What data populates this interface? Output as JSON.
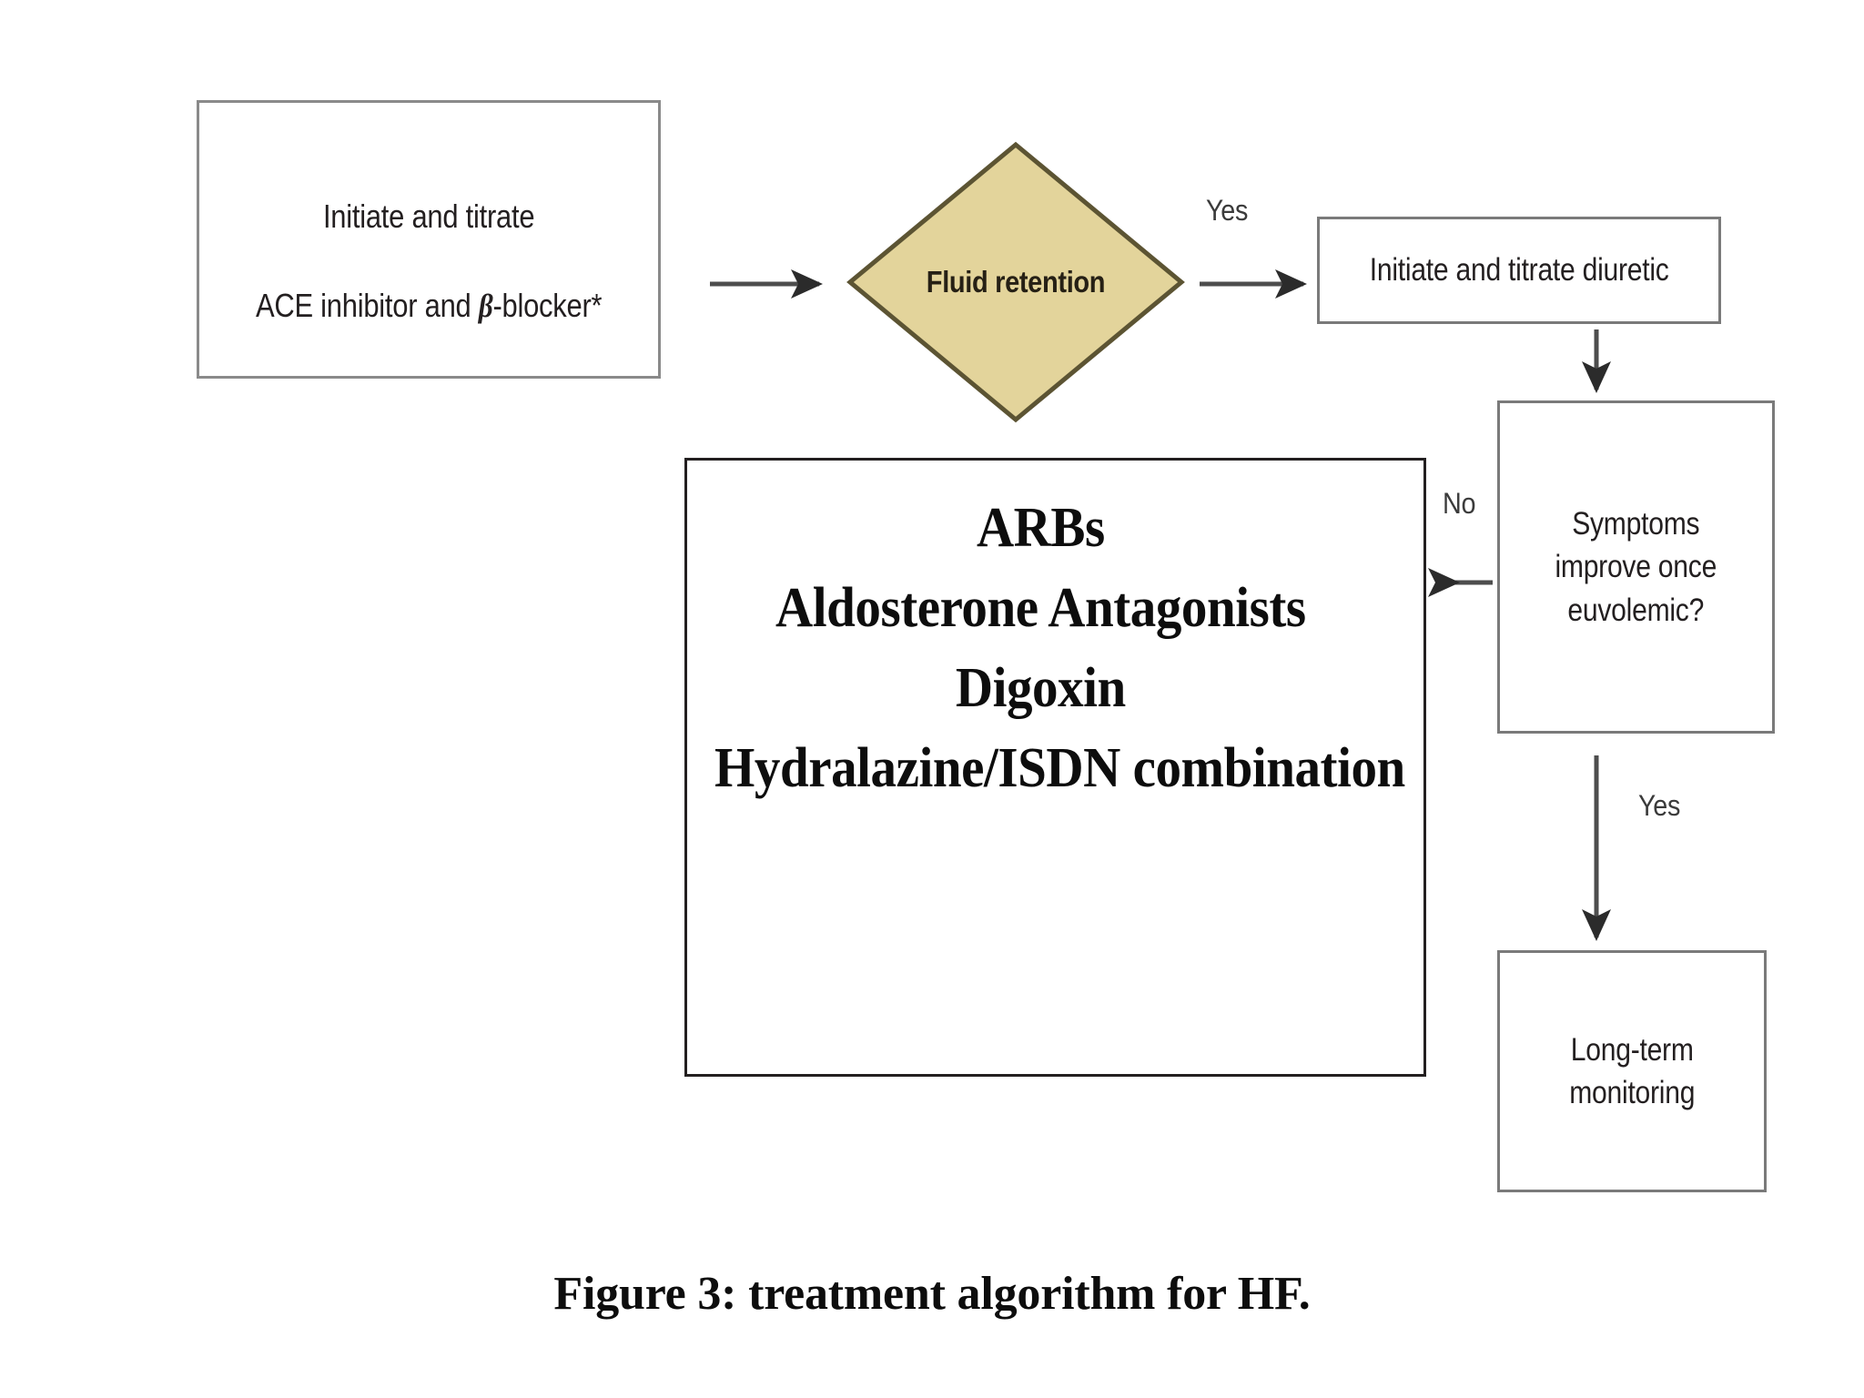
{
  "figure": {
    "caption": "Figure 3: treatment algorithm for HF."
  },
  "nodes": {
    "initiate_ace": {
      "line1": "Initiate and titrate",
      "line2_pre": "ACE inhibitor and ",
      "line2_beta": "β",
      "line2_post": "-blocker*"
    },
    "fluid_retention": {
      "label": "Fluid retention"
    },
    "diuretic": {
      "label": "Initiate and titrate diuretic"
    },
    "symptoms": {
      "label": "Symptoms\nimprove once\neuvolemic?"
    },
    "long_term": {
      "label": "Long-term\nmonitoring"
    },
    "drug_list": {
      "items": [
        "ARBs",
        "Aldosterone Antagonists",
        "Digoxin",
        "Hydralazine/ISDN combination"
      ]
    }
  },
  "edges": {
    "ace_to_diamond": {
      "label": ""
    },
    "diamond_to_diuretic": {
      "label": "Yes"
    },
    "diuretic_to_symptoms": {
      "label": ""
    },
    "symptoms_to_drugs": {
      "label": "No"
    },
    "symptoms_to_longterm": {
      "label": "Yes"
    }
  },
  "colors": {
    "diamond_fill": "#e3d49b",
    "diamond_stroke": "#5c5433",
    "box_stroke": "#7a7a7a",
    "list_stroke": "#231f20",
    "arrow": "#4d4d4d",
    "text": "#231f20",
    "background": "#ffffff"
  }
}
